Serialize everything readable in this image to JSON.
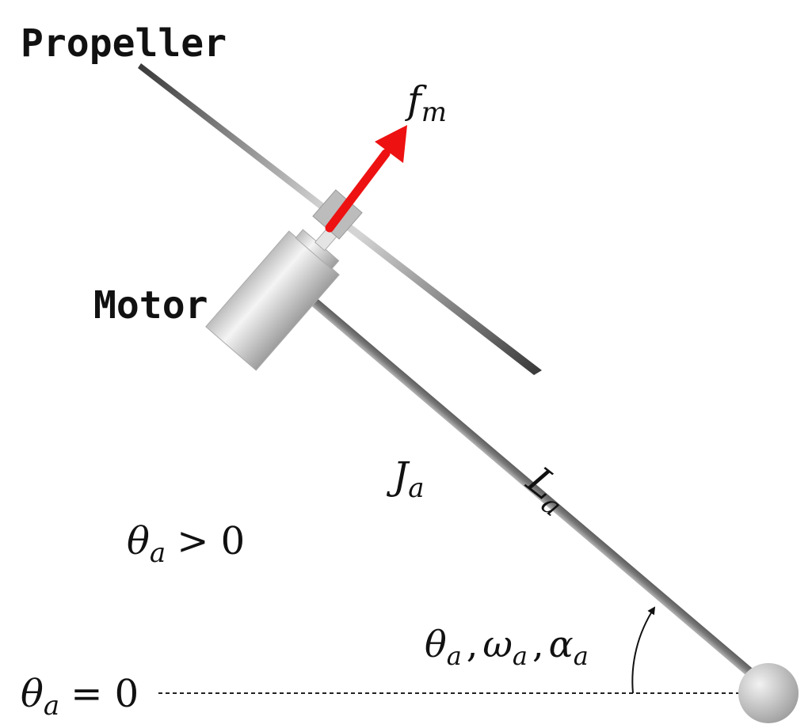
{
  "labels": {
    "propeller": "Propeller",
    "motor": "Motor",
    "force_symbol": "f",
    "force_sub": "m",
    "inertia_symbol": "J",
    "inertia_sub": "a",
    "length_symbol": "L",
    "length_sub": "a",
    "theta_symbol": "θ",
    "theta_sub": "a",
    "theta_positive_rel": "> 0",
    "theta_zero_rel": "= 0",
    "state_theta": "θ",
    "state_omega": "ω",
    "state_alpha": "α",
    "state_sub": "a",
    "state_sep": ","
  },
  "colors": {
    "force_arrow": "#ee1111",
    "rod": "#8c8c8c",
    "motor_body": "#d6d6d6",
    "reference_line": "#222222"
  }
}
